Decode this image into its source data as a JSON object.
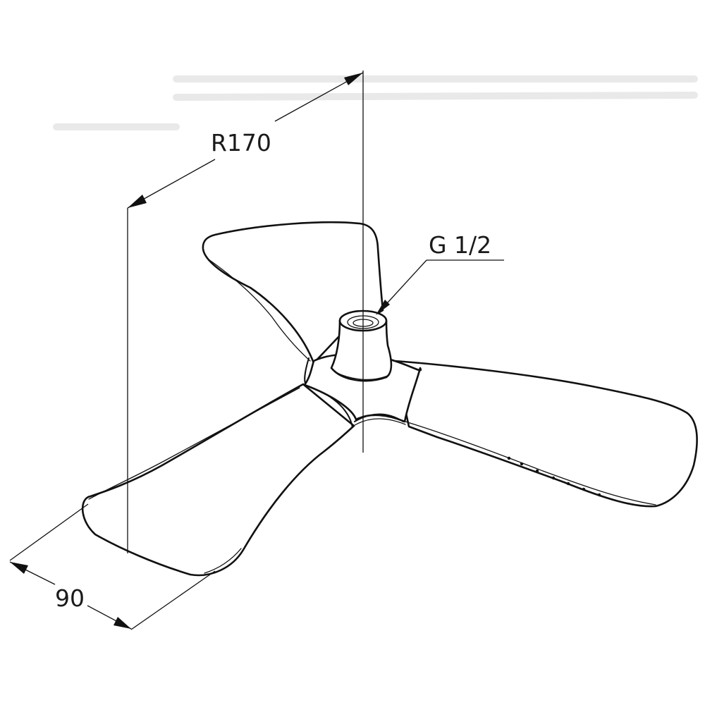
{
  "dimensions": {
    "radius_label": "R170",
    "width_label": "90",
    "thread_label": "G 1/2"
  }
}
